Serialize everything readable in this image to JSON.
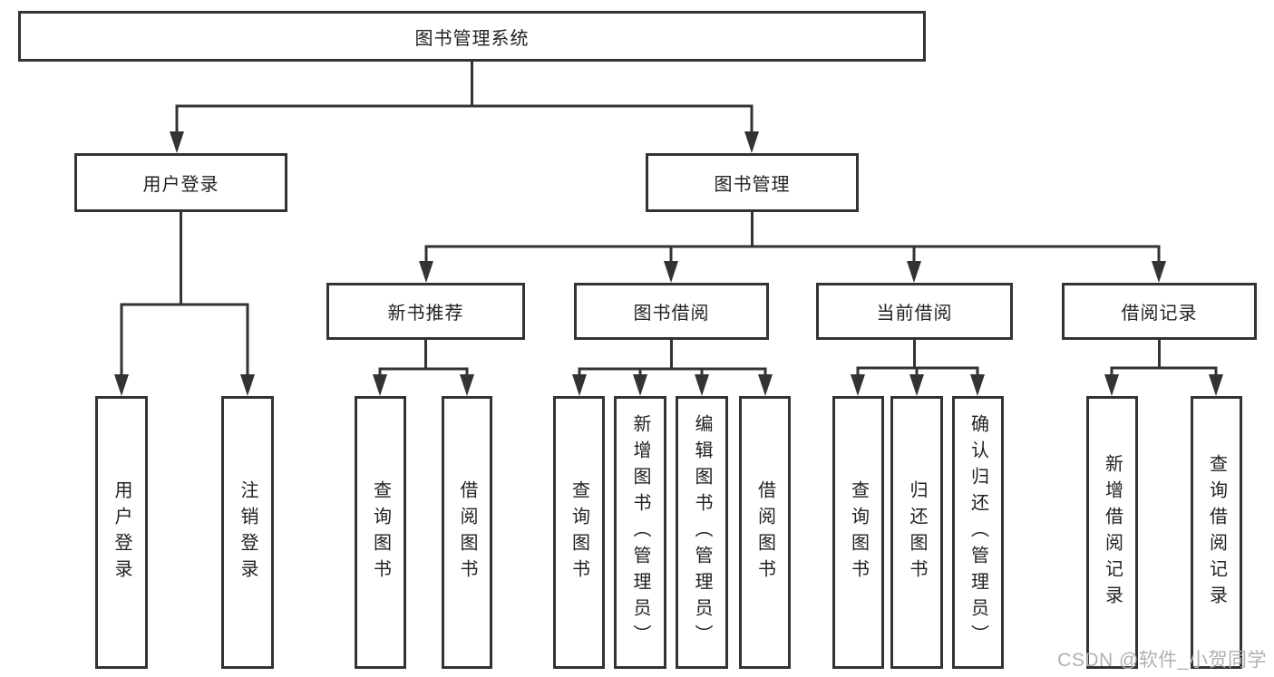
{
  "nodes": {
    "root": "图书管理系统",
    "user_login": "用户登录",
    "book_mgmt": "图书管理",
    "new_book": "新书推荐",
    "book_borrow": "图书借阅",
    "current_borrow": "当前借阅",
    "borrow_records": "借阅记录",
    "leaves": {
      "user_login_1": "用户登录",
      "user_login_2": "注销登录",
      "new_book_1": "查询图书",
      "new_book_2": "借阅图书",
      "book_borrow_1": "查询图书",
      "book_borrow_2": "新增图书（管理员）",
      "book_borrow_3": "编辑图书（管理员）",
      "book_borrow_4": "借阅图书",
      "current_1": "查询图书",
      "current_2": "归还图书",
      "current_3": "确认归还（管理员）",
      "records_1": "新增借阅记录",
      "records_2": "查询借阅记录"
    }
  },
  "watermark": "CSDN @软件_小贺同学",
  "colors": {
    "line": "#333333",
    "text": "#222222",
    "watermark": "#b0b0b0",
    "background": "#ffffff"
  }
}
